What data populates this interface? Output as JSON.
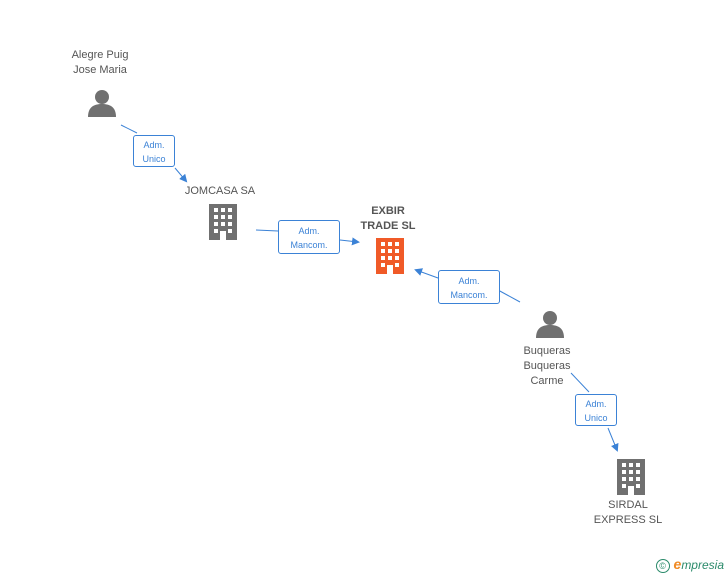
{
  "nodes": {
    "alegre": {
      "type": "person",
      "line1": "Alegre Puig",
      "line2": "Jose Maria"
    },
    "jomcasa": {
      "type": "company",
      "line1": "JOMCASA SA"
    },
    "exbir": {
      "type": "company",
      "highlight": true,
      "line1": "EXBIR",
      "line2": "TRADE SL"
    },
    "buqueras": {
      "type": "person",
      "line1": "Buqueras",
      "line2": "Buqueras",
      "line3": "Carme"
    },
    "sirdal": {
      "type": "company",
      "line1": "SIRDAL",
      "line2": "EXPRESS SL"
    }
  },
  "edges": {
    "e1": {
      "line1": "Adm.",
      "line2": "Unico"
    },
    "e2": {
      "line1": "Adm.",
      "line2": "Mancom."
    },
    "e3": {
      "line1": "Adm.",
      "line2": "Mancom."
    },
    "e4": {
      "line1": "Adm.",
      "line2": "Unico"
    }
  },
  "colors": {
    "edge": "#3b82d6",
    "icon": "#707070",
    "highlight": "#f05a28"
  },
  "footer": {
    "copyright_symbol": "©",
    "brand_initial": "e",
    "brand_rest": "mpresia"
  }
}
